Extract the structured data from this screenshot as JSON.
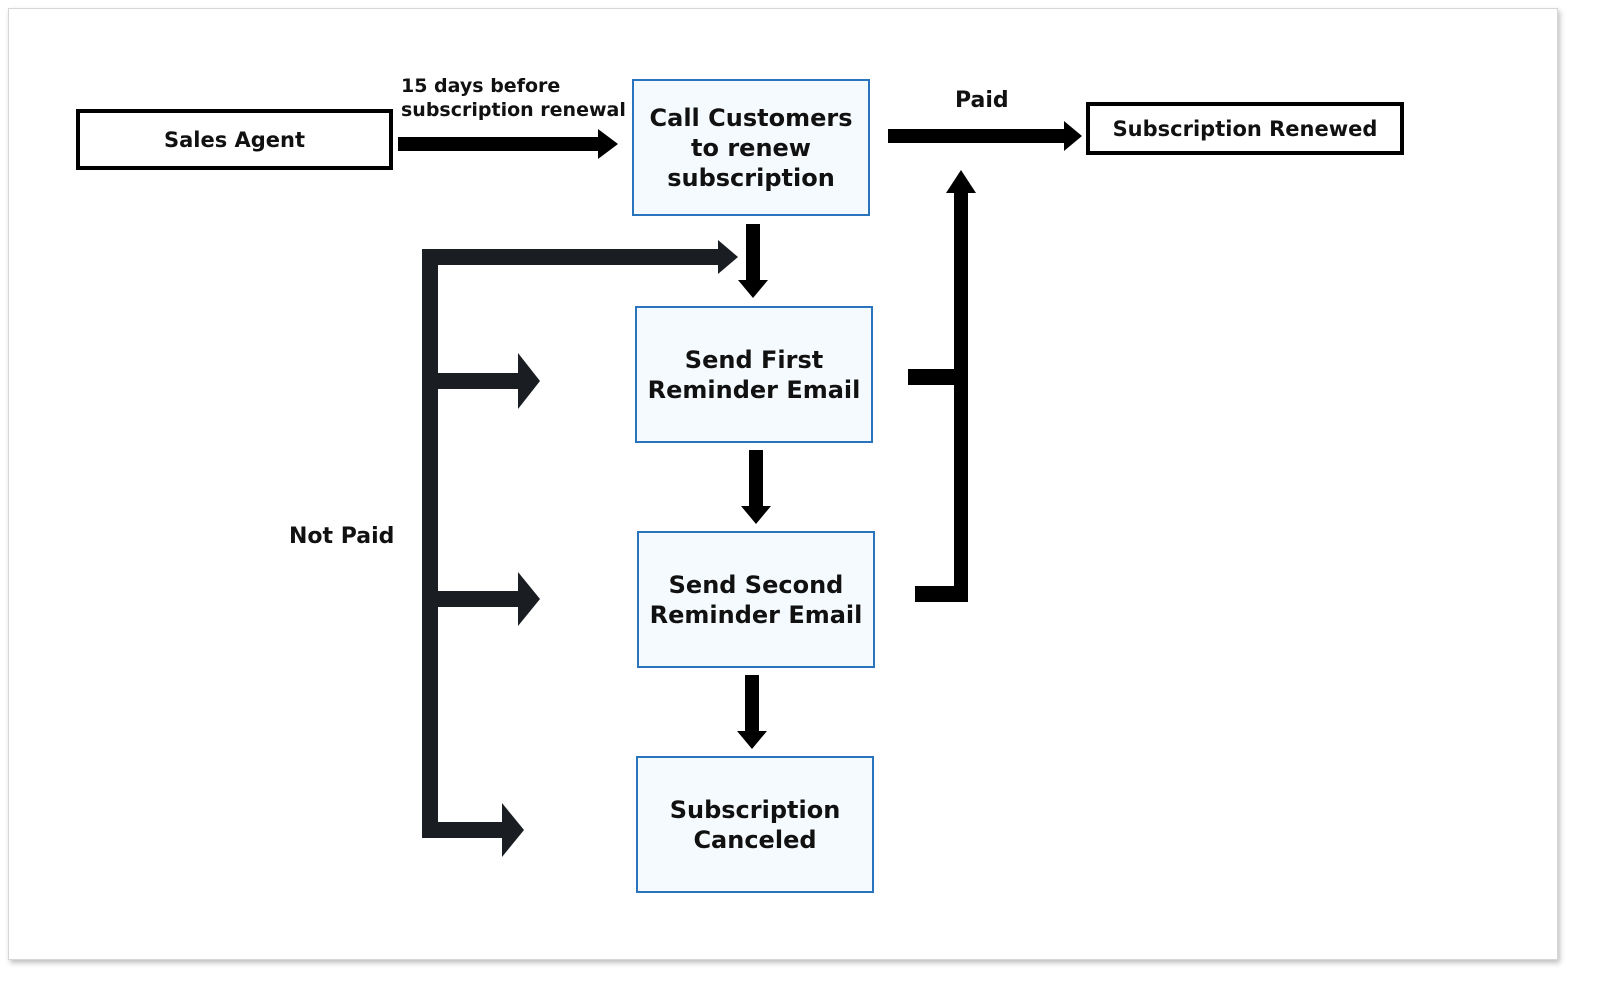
{
  "diagram": {
    "nodes": {
      "sales_agent": "Sales Agent",
      "call_customers": "Call Customers\nto renew\nsubscription",
      "subscription_renewed": "Subscription Renewed",
      "first_reminder": "Send First\nReminder Email",
      "second_reminder": "Send Second\nReminder Email",
      "subscription_canceled": "Subscription\nCanceled"
    },
    "edge_labels": {
      "before_renewal": "15 days before\nsubscription renewal",
      "paid": "Paid",
      "not_paid": "Not Paid"
    },
    "colors": {
      "arrow": "#000000",
      "not_paid_line": "#1a1d22",
      "box_border": "#2a73bd",
      "box_fill": "#f4fafd"
    }
  }
}
